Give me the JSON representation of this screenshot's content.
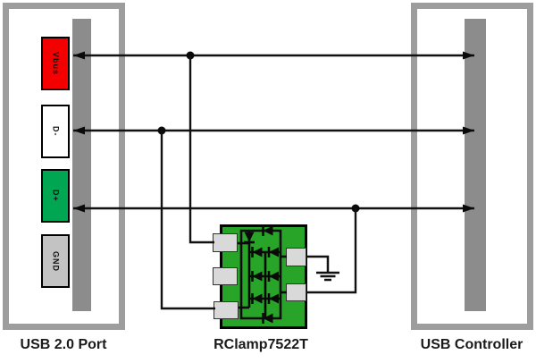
{
  "usb_port": {
    "label": "USB 2.0 Port",
    "pads": [
      {
        "label": "Vbus",
        "fill": "#f40000"
      },
      {
        "label": "D-",
        "fill": "#ffffff"
      },
      {
        "label": "D+",
        "fill": "#00a651"
      },
      {
        "label": "GND",
        "fill": "#c3c3c3"
      }
    ]
  },
  "clamp_ic": {
    "label": "RClamp7522T",
    "body_fill": "#28a428",
    "pin_fill": "#d9d9d9"
  },
  "usb_controller": {
    "label": "USB Controller"
  },
  "colors": {
    "box_border": "#9d9d9d",
    "connector_bar": "#8c8c8c",
    "wire": "#111111",
    "pad_border": "#000000"
  },
  "icons": {
    "diode": "diode-icon",
    "ground": "ground-icon",
    "arrowhead": "arrowhead-icon",
    "junction": "junction-dot"
  }
}
